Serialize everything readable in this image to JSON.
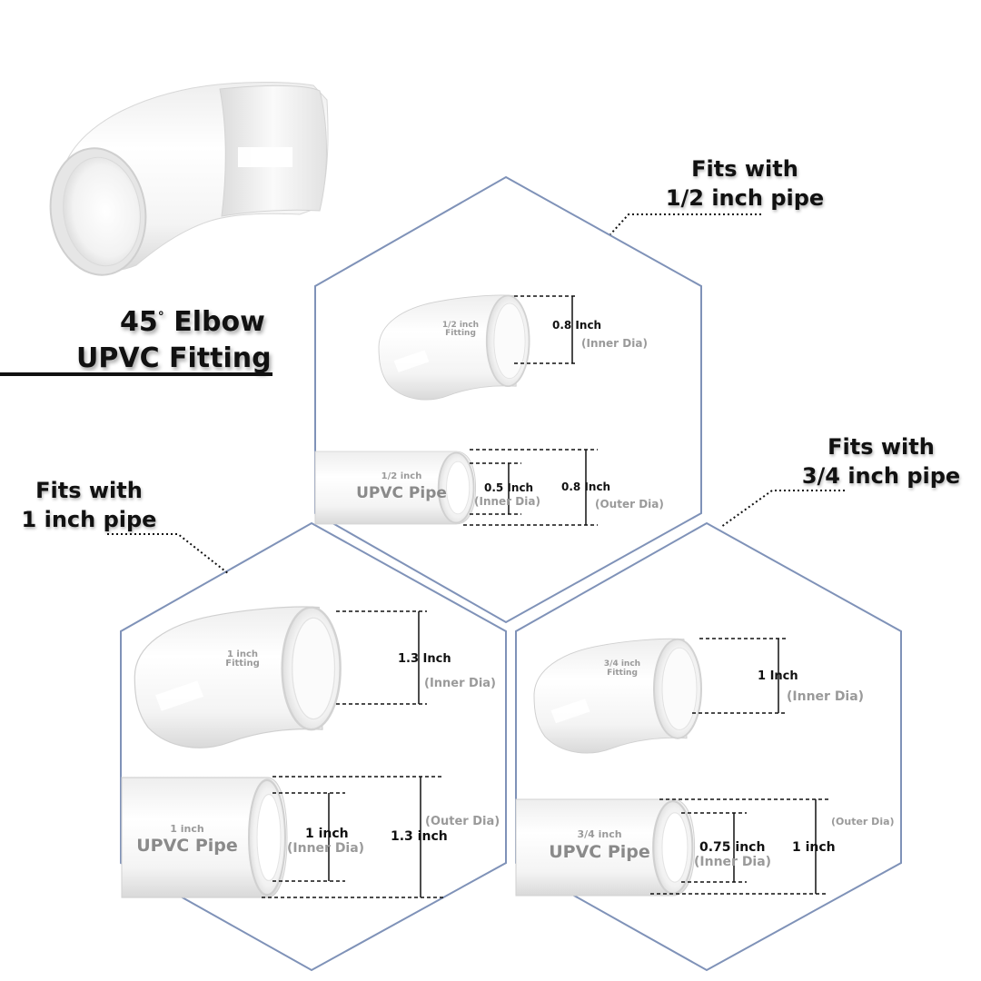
{
  "title": {
    "line1_number": "45",
    "line1_degree": "°",
    "line1_word": "Elbow",
    "line2": "UPVC Fitting"
  },
  "colors": {
    "hex_border": "#7f92b8",
    "dim_text": "#111111",
    "sub_text": "#9a9a9a",
    "pipe_text": "#8a8a8a"
  },
  "panels": {
    "half": {
      "caption": [
        "Fits with",
        "1/2 inch pipe"
      ],
      "fitting_label": [
        "1/2 inch",
        "Fitting"
      ],
      "fitting_dim": "0.8 Inch",
      "fitting_dim_note": "(Inner Dia)",
      "pipe_size": "1/2 inch",
      "pipe_name": "UPVC Pipe",
      "pipe_inner": "0.5 Inch",
      "pipe_inner_note": "(Inner Dia)",
      "pipe_outer": "0.8 Inch",
      "pipe_outer_note": "(Outer Dia)"
    },
    "one": {
      "caption": [
        "Fits with",
        "1 inch pipe"
      ],
      "fitting_label": [
        "1 inch",
        "Fitting"
      ],
      "fitting_dim": "1.3 Inch",
      "fitting_dim_note": "(Inner Dia)",
      "pipe_size": "1 inch",
      "pipe_name": "UPVC Pipe",
      "pipe_inner": "1 inch",
      "pipe_inner_note": "(Inner Dia)",
      "pipe_outer": "1.3 inch",
      "pipe_outer_note": "(Outer Dia)"
    },
    "threequarter": {
      "caption": [
        "Fits with",
        "3/4 inch pipe"
      ],
      "fitting_label": [
        "3/4 inch",
        "Fitting"
      ],
      "fitting_dim": "1 Inch",
      "fitting_dim_note": "(Inner Dia)",
      "pipe_size": "3/4 inch",
      "pipe_name": "UPVC Pipe",
      "pipe_inner": "0.75 inch",
      "pipe_inner_note": "(Inner Dia)",
      "pipe_outer": "1 inch",
      "pipe_outer_note": "(Outer Dia)"
    }
  }
}
